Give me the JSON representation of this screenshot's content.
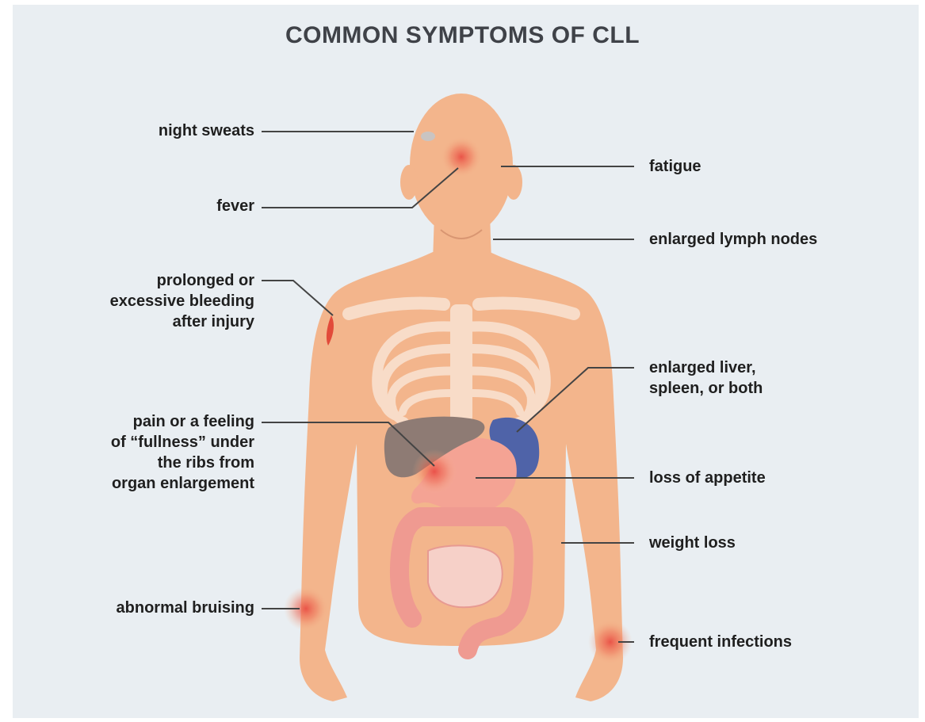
{
  "title": "COMMON SYMPTOMS OF CLL",
  "labels": {
    "night_sweats": "night sweats",
    "fever": "fever",
    "fatigue": "fatigue",
    "enlarged_lymph_nodes": "enlarged lymph nodes",
    "bleeding": [
      "prolonged or",
      "excessive bleeding",
      "after injury"
    ],
    "liver_spleen": [
      "enlarged liver,",
      "spleen, or both"
    ],
    "fullness": [
      "pain or a feeling",
      "of “fullness” under",
      "the ribs from",
      "organ enlargement"
    ],
    "loss_of_appetite": "loss of appetite",
    "weight_loss": "weight loss",
    "abnormal_bruising": "abnormal bruising",
    "frequent_infections": "frequent infections"
  },
  "colors": {
    "background": "#e9eef2",
    "skin": "#f3b58c",
    "skeleton": "#f8dcc8",
    "liver": "#8e7b74",
    "spleen": "#4f63a8",
    "stomach": "#f4a394",
    "intestine": "#ef9a91",
    "inflammation": "#e8433c",
    "leader_line": "#444444"
  }
}
